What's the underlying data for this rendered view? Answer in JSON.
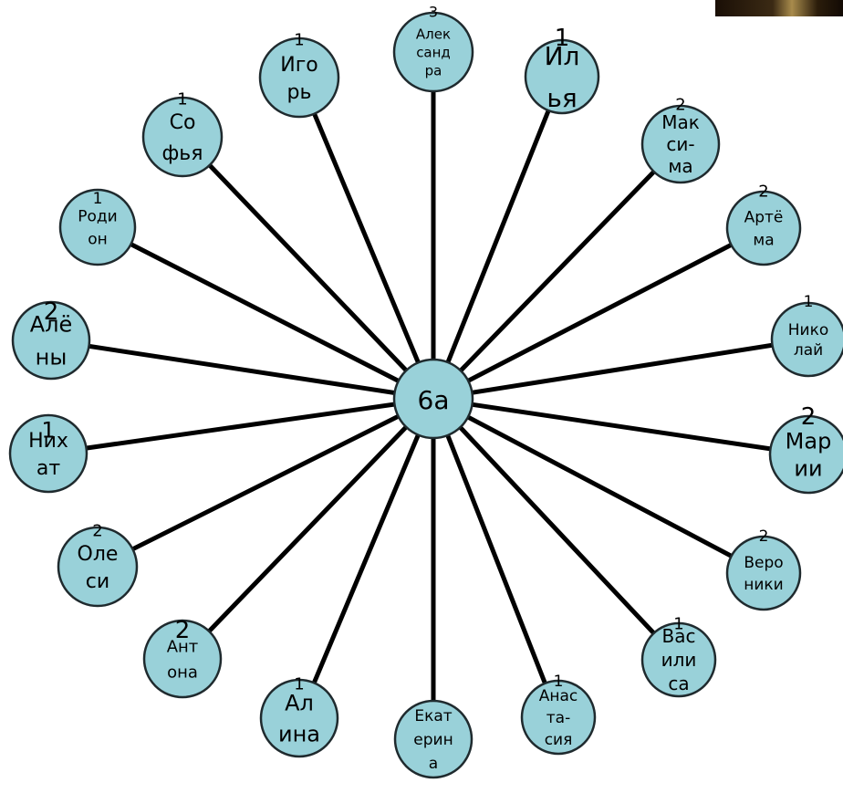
{
  "center": {
    "label": "6а"
  },
  "colors": {
    "node_fill": "#99d1d9",
    "node_stroke": "#1f2a2e",
    "line": "#000000"
  },
  "nodes": [
    {
      "id": "aleksandra",
      "count": "3",
      "lines": [
        "Алек",
        "санд",
        "ра"
      ]
    },
    {
      "id": "ilya",
      "count": "1",
      "lines": [
        "Ил",
        "ья"
      ]
    },
    {
      "id": "maksima",
      "count": "2",
      "lines": [
        "Мак",
        "си-",
        "ма"
      ]
    },
    {
      "id": "artema",
      "count": "2",
      "lines": [
        "Артё",
        "ма"
      ]
    },
    {
      "id": "nikolay",
      "count": "1",
      "lines": [
        "Нико",
        "лай"
      ]
    },
    {
      "id": "marii",
      "count": "2",
      "lines": [
        "Мар",
        "ии"
      ]
    },
    {
      "id": "veroniki",
      "count": "2",
      "lines": [
        "Веро",
        "ники"
      ]
    },
    {
      "id": "vasilisa",
      "count": "1",
      "lines": [
        "Вас",
        "или",
        "са"
      ]
    },
    {
      "id": "anastasiya",
      "count": "1",
      "lines": [
        "Анас",
        "та-",
        "сия"
      ]
    },
    {
      "id": "ekaterina",
      "count": "",
      "lines": [
        "Екат",
        "ерин",
        "а"
      ]
    },
    {
      "id": "alina",
      "count": "1",
      "lines": [
        "Ал",
        "ина"
      ]
    },
    {
      "id": "antona",
      "count": "2",
      "lines": [
        "Ант",
        "она"
      ]
    },
    {
      "id": "olesi",
      "count": "2",
      "lines": [
        "Оле",
        "си"
      ]
    },
    {
      "id": "nihat",
      "count": "1",
      "lines": [
        "Них",
        "ат"
      ]
    },
    {
      "id": "aleny",
      "count": "2",
      "lines": [
        "Алё",
        "ны"
      ]
    },
    {
      "id": "rodion",
      "count": "1",
      "lines": [
        "Роди",
        "он"
      ]
    },
    {
      "id": "sofya",
      "count": "1",
      "lines": [
        "Со",
        "фья"
      ]
    },
    {
      "id": "igorya",
      "count": "1",
      "lines": [
        "Иго",
        "рь"
      ]
    }
  ]
}
